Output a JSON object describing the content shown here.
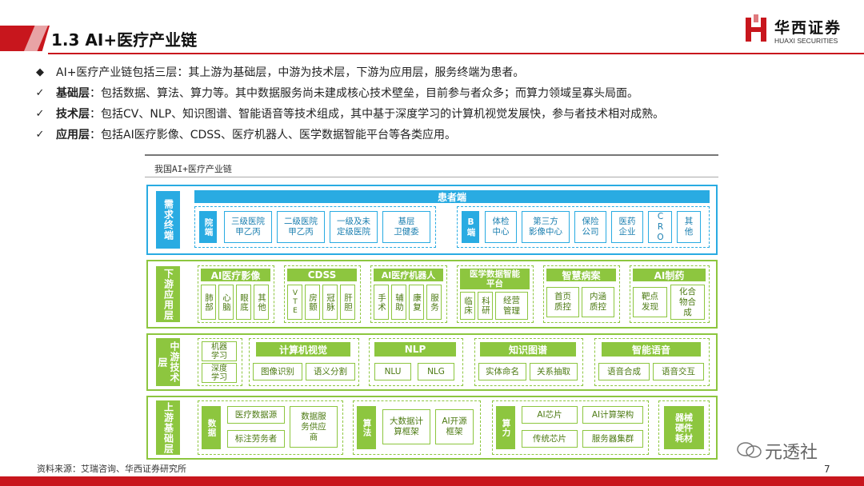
{
  "header": {
    "title": "1.3 AI+医疗产业链",
    "logo_cn": "华西证券",
    "logo_en": "HUAXI SECURITIES"
  },
  "bullets": [
    {
      "mark": "◆",
      "bold": "",
      "text": "AI+医疗产业链包括三层：其上游为基础层，中游为技术层，下游为应用层，服务终端为患者。"
    },
    {
      "mark": "✓",
      "bold": "基础层",
      "text": "：包括数据、算法、算力等。其中数据服务尚未建成核心技术壁垒，目前参与者众多；而算力领域呈寡头局面。"
    },
    {
      "mark": "✓",
      "bold": "技术层",
      "text": "：包括CV、NLP、知识图谱、智能语音等技术组成，其中基于深度学习的计算机视觉发展快，参与者技术相对成熟。"
    },
    {
      "mark": "✓",
      "bold": "应用层",
      "text": "：包括AI医疗影像、CDSS、医疗机器人、医学数据智能平台等各类应用。"
    }
  ],
  "diagram": {
    "title": "我国AI+医疗产业链",
    "demand": {
      "label": "需求终端",
      "bar": "患者端",
      "hospital_label": "院端",
      "hospital_items": [
        "三级医院\n甲乙丙",
        "二级医院\n甲乙丙",
        "一级及未\n定级医院",
        "基层\n卫健委"
      ],
      "b_label": "B端",
      "b_items": [
        "体检\n中心",
        "第三方\n影像中心",
        "保险\n公司",
        "医药\n企业",
        "CRO",
        "其\n他"
      ]
    },
    "application": {
      "label": "下游应用层",
      "groups": [
        {
          "name": "AI医疗影像",
          "items": [
            "肺部",
            "心脑",
            "眼底",
            "其他"
          ]
        },
        {
          "name": "CDSS",
          "items": [
            "VTE",
            "房颤",
            "冠脉",
            "肝胆"
          ]
        },
        {
          "name": "AI医疗机器人",
          "items": [
            "手术",
            "辅助",
            "康复",
            "服务"
          ]
        },
        {
          "name": "医学数据智能\n平台",
          "items": [
            "临床",
            "科研",
            "经营\n管理"
          ]
        },
        {
          "name": "智慧病案",
          "items": [
            "首页\n质控",
            "内涵\n质控"
          ]
        },
        {
          "name": "AI制药",
          "items": [
            "靶点\n发现",
            "化合\n物合\n成"
          ]
        }
      ]
    },
    "technology": {
      "label": "中游技术层",
      "ml": [
        "机器\n学习",
        "深度\n学习"
      ],
      "groups": [
        {
          "name": "计算机视觉",
          "items": [
            "图像识别",
            "语义分割"
          ]
        },
        {
          "name": "NLP",
          "items": [
            "NLU",
            "NLG"
          ]
        },
        {
          "name": "知识图谱",
          "items": [
            "实体命名",
            "关系抽取"
          ]
        },
        {
          "name": "智能语音",
          "items": [
            "语音合成",
            "语音交互"
          ]
        }
      ]
    },
    "foundation": {
      "label": "上游基础层",
      "data": {
        "name": "数据",
        "items": [
          "医疗数据源",
          "标注劳务者",
          "数据服\n务供应\n商"
        ]
      },
      "algo": {
        "name": "算法",
        "items": [
          "大数据计\n算框架",
          "AI开源\n框架"
        ]
      },
      "compute": {
        "name": "算力",
        "items": [
          "AI芯片",
          "AI计算架构",
          "传统芯片",
          "服务器集群"
        ]
      },
      "hardware": "器械\n硬件\n耗材"
    }
  },
  "footer": {
    "source": "资料来源：艾瑞咨询、华西证券研究所",
    "page": "7",
    "watermark": "元透社"
  },
  "colors": {
    "brand_red": "#c8161d",
    "blue": "#29abe2",
    "green": "#8dc63f"
  }
}
